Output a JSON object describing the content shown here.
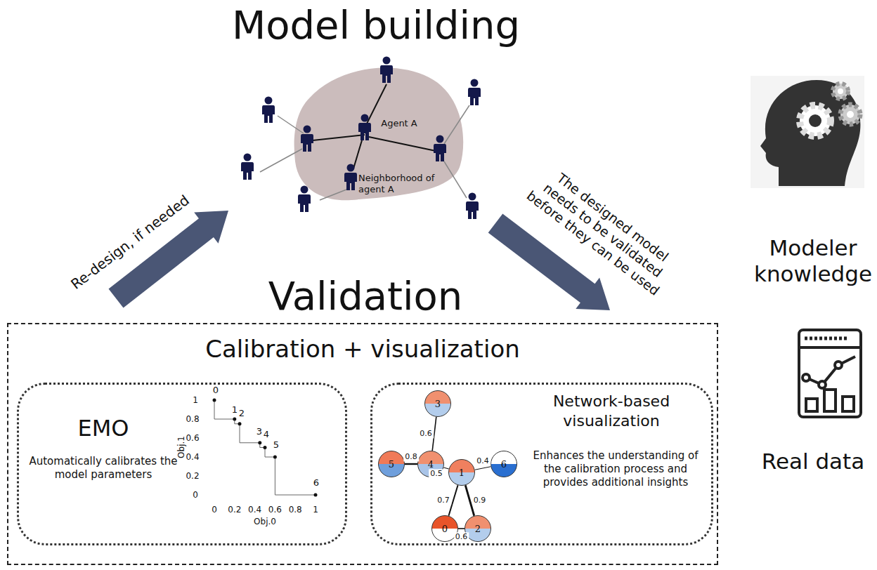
{
  "diagram": {
    "title": "Model building",
    "nodes": [
      {
        "text": [
          "Calibration + visualization"
        ]
      },
      {
        "text": [
          "EMO",
          "Automatically calibrates the model parameters"
        ],
        "in": 0
      },
      {
        "text": [
          "Network-based visualization",
          "Enhances the understanding of the calibration process and provides additional insights"
        ],
        "in": 0
      },
      {
        "text": [
          "0"
        ],
        "in": 2
      },
      {
        "text": [
          "1"
        ],
        "in": 2
      },
      {
        "text": [
          "2"
        ],
        "in": 2
      },
      {
        "text": [
          "3"
        ],
        "in": 2
      },
      {
        "text": [
          "4"
        ],
        "in": 2
      },
      {
        "text": [
          "5"
        ],
        "in": 2
      },
      {
        "text": [
          "6"
        ],
        "in": 2
      }
    ],
    "edges": [
      {
        "from": 6,
        "to": 7,
        "arrow": "none",
        "label": "0.6"
      },
      {
        "from": 8,
        "to": 7,
        "arrow": "none",
        "label": "0.8"
      },
      {
        "from": 7,
        "to": 4,
        "arrow": "none",
        "label": "0.5"
      },
      {
        "from": 4,
        "to": 9,
        "arrow": "none",
        "label": "0.4"
      },
      {
        "from": 4,
        "to": 3,
        "arrow": "none",
        "label": "0.7"
      },
      {
        "from": 4,
        "to": 5,
        "arrow": "none",
        "label": "0.9"
      },
      {
        "from": 3,
        "to": 5,
        "arrow": "none",
        "label": "0.6"
      }
    ],
    "labels": [
      "Agent A",
      "Neighborhood of agent A",
      "Re-design, if needed",
      "The designed model needs to be validated before they can be used",
      "Validation",
      "Modeler knowledge",
      "Real data",
      "1",
      "0.8",
      "0.6",
      "0.4",
      "0.2",
      "0",
      "0",
      "0.2",
      "0.4",
      "0.6",
      "0.8",
      "1",
      "Obj.0",
      "Obj.1",
      "0",
      "1",
      "2",
      "3",
      "4",
      "5",
      "6"
    ]
  }
}
